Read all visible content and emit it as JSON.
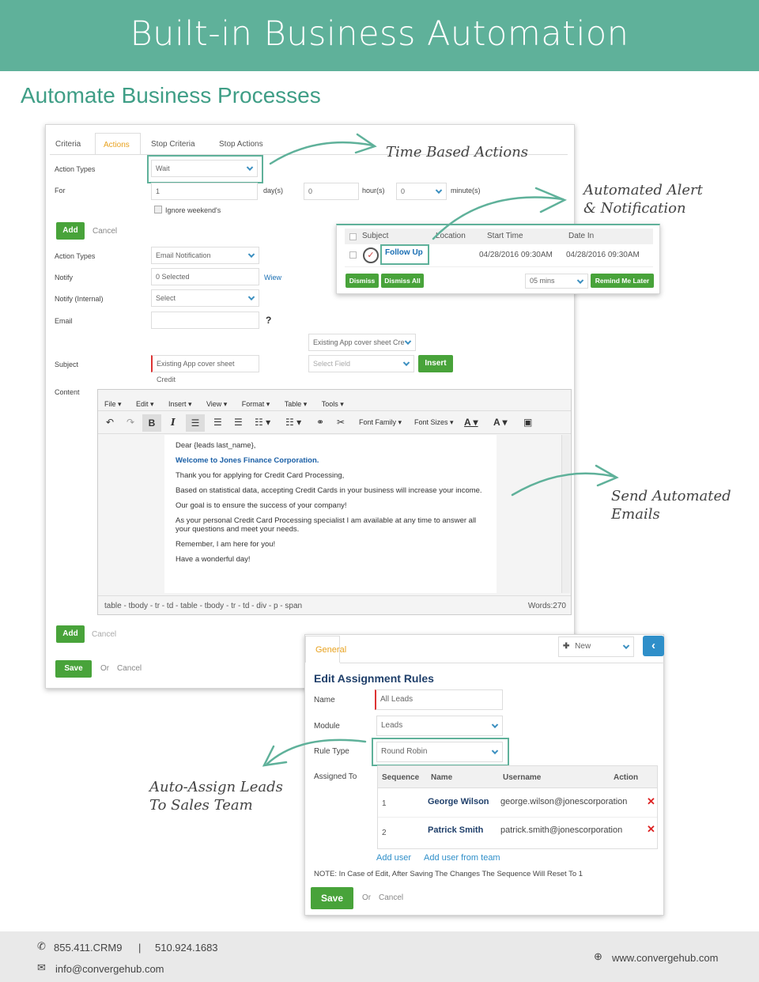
{
  "header": {
    "title": "Built-in Business Automation"
  },
  "section_title": "Automate Business Processes",
  "workflow": {
    "tabs": [
      "Criteria",
      "Actions",
      "Stop Criteria",
      "Stop Actions"
    ],
    "action_types_label": "Action Types",
    "action_types_value": "Wait",
    "for_label": "For",
    "for_days_value": "1",
    "days_unit": "day(s)",
    "for_hours_value": "0",
    "hours_unit": "hour(s)",
    "for_minutes_value": "0",
    "minutes_unit": "minute(s)",
    "ignore_weekends_label": "Ignore weekend's",
    "add_label": "Add",
    "cancel_label": "Cancel",
    "action_types_label_2": "Action Types",
    "action_types_value_2": "Email Notification",
    "notify_label": "Notify",
    "notify_value": "0 Selected",
    "view_link": "Wiew",
    "notify_internal_label": "Notify (Internal)",
    "notify_internal_value": "Select",
    "email_label": "Email",
    "email_help": "?",
    "template_select_value": "Existing App cover sheet Cre",
    "subject_label": "Subject",
    "subject_value": "Existing App cover sheet Credit",
    "select_field_placeholder": "Select Field",
    "insert_label": "Insert",
    "content_label": "Content",
    "editor_menu": [
      "File ▾",
      "Edit ▾",
      "Insert ▾",
      "View ▾",
      "Format ▾",
      "Table ▾",
      "Tools ▾"
    ],
    "font_family_label": "Font Family ▾",
    "font_sizes_label": "Font Sizes ▾",
    "editor_lines": {
      "greeting": "Dear {leads last_name},",
      "welcome": "Welcome to Jones Finance Corporation.",
      "thanks": "Thank you for applying for Credit Card Processing,",
      "based": "Based on statistical data, accepting Credit Cards in your business will increase your income.",
      "goal": "Our goal is to ensure the success of your company!",
      "specialist": "As your personal Credit Card Processing specialist I am available at any time to answer all your questions and meet your needs.",
      "remember": "Remember, I am here for you!",
      "wonderful": "Have a wonderful day!"
    },
    "editor_path": "table - tbody - tr - td - table - tbody - tr - td - div - p - span",
    "word_count": "Words:270",
    "add_label_2": "Add",
    "cancel_label_2": "Cancel",
    "save_label": "Save",
    "or_label": "Or",
    "cancel_label_3": "Cancel"
  },
  "reminder": {
    "columns": [
      "Subject",
      "Location",
      "Start Time",
      "Date In"
    ],
    "row_subject": "Follow Up",
    "row_start": "04/28/2016 09:30AM",
    "row_date_in": "04/28/2016 09:30AM",
    "dismiss_label": "Dismiss",
    "dismiss_all_label": "Dismiss All",
    "snooze_value": "05 mins",
    "remind_label": "Remind Me Later"
  },
  "assignment": {
    "tab_general": "General",
    "new_label": "New",
    "title": "Edit Assignment Rules",
    "name_label": "Name",
    "name_value": "All Leads",
    "module_label": "Module",
    "module_value": "Leads",
    "rule_type_label": "Rule Type",
    "rule_type_value": "Round Robin",
    "assigned_to_label": "Assigned To",
    "columns": [
      "Sequence",
      "Name",
      "Username",
      "Action"
    ],
    "rows": [
      {
        "seq": "1",
        "name": "George Wilson",
        "username": "george.wilson@jonescorporation"
      },
      {
        "seq": "2",
        "name": "Patrick Smith",
        "username": "patrick.smith@jonescorporation"
      }
    ],
    "add_user": "Add user",
    "add_user_team": "Add user from team",
    "note": "NOTE: In Case of Edit, After Saving The Changes The Sequence Will Reset To 1",
    "save_label": "Save",
    "or_label": "Or",
    "cancel_label": "Cancel"
  },
  "callouts": {
    "time_based": "Time Based Actions",
    "alert_line1": "Automated Alert",
    "alert_line2": "& Notification",
    "emails_line1": "Send Automated",
    "emails_line2": "Emails",
    "assign_line1": "Auto-Assign Leads",
    "assign_line2": "To Sales Team"
  },
  "footer": {
    "phone1": "855.411.CRM9",
    "separator": "|",
    "phone2": "510.924.1683",
    "email": "info@convergehub.com",
    "website": "www.convergehub.com"
  },
  "colors": {
    "brand": "#5fb19a",
    "heading": "#3f9e86",
    "button": "#48a33a",
    "link": "#1a6fb3"
  }
}
